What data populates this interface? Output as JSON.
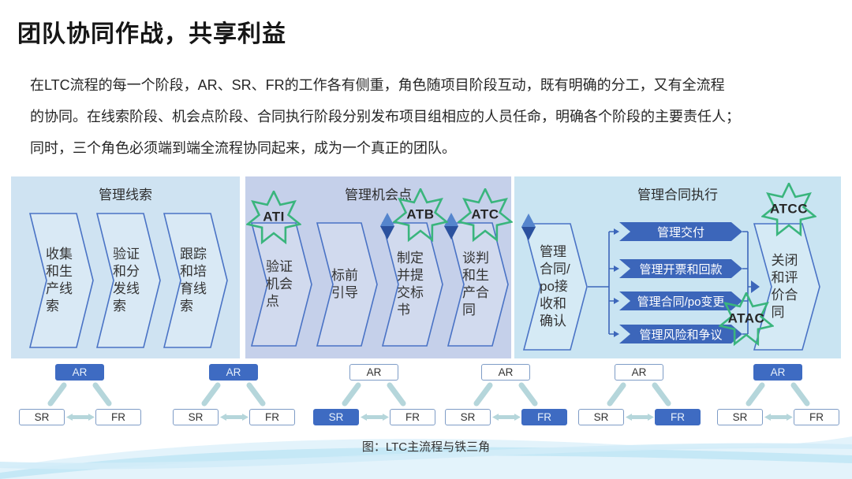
{
  "slide": {
    "title": "团队协同作战，共享利益",
    "paragraph_lines": [
      "在LTC流程的每一个阶段，AR、SR、FR的工作各有侧重，角色随项目阶段互动，既有明确的分工，又有全流程",
      "的协同。在线索阶段、机会点阶段、合同执行阶段分别发布项目组相应的人员任命，明确各个阶段的主要责任人；",
      "同时，三个角色必须端到端全流程协同起来，成为一个真正的团队。"
    ],
    "caption": "图：LTC主流程与铁三角"
  },
  "diagram": {
    "panels": [
      {
        "title": "管理线索",
        "steps": [
          "收集和生产线索",
          "验证和分发线索",
          "跟踪和培育线索"
        ]
      },
      {
        "title": "管理机会点",
        "steps": [
          "验证机会点",
          "标前引导",
          "制定并提交标书",
          "谈判和生产合同"
        ],
        "badges": {
          "ati": "ATI",
          "atb": "ATB",
          "atc": "ATC"
        }
      },
      {
        "title": "管理合同执行",
        "entry_step": "管理合同/po接收和确认",
        "bars": [
          "管理交付",
          "管理开票和回款",
          "管理合同/po变更",
          "管理风险和争议"
        ],
        "exit_step": "关闭和评价合同",
        "badges": {
          "atcc": "ATCC",
          "atac": "ATAC"
        }
      }
    ],
    "triangles": [
      {
        "ar": "AR",
        "sr": "SR",
        "fr": "FR",
        "lead": "ar"
      },
      {
        "ar": "AR",
        "sr": "SR",
        "fr": "FR",
        "lead": "ar"
      },
      {
        "ar": "AR",
        "sr": "SR",
        "fr": "FR",
        "lead": "sr"
      },
      {
        "ar": "AR",
        "sr": "SR",
        "fr": "FR",
        "lead": "fr"
      },
      {
        "ar": "AR",
        "sr": "SR",
        "fr": "FR",
        "lead": "fr"
      },
      {
        "ar": "AR",
        "sr": "SR",
        "fr": "FR",
        "lead": "ar"
      }
    ]
  },
  "colors": {
    "panel_leads_bg": "#cfe3f2",
    "panel_opportunity_bg": "#c5d0ea",
    "panel_contract_bg": "#c9e4f2",
    "shape_border_blue": "#4a73c5",
    "solid_blue": "#3c66ba",
    "filled_role_blue": "#3e6bc2",
    "star_green": "#3ab57d",
    "triangle_arrow_teal": "#b5d6db"
  }
}
